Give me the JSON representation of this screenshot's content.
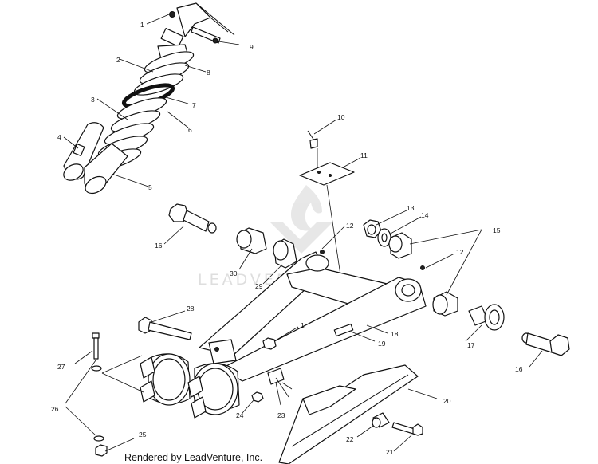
{
  "watermark": {
    "text": "LEADVENTURE"
  },
  "footer": {
    "text": "Rendered by LeadVenture, Inc."
  },
  "callouts": {
    "c1a": "1",
    "c9": "9",
    "c2": "2",
    "c8": "8",
    "c3": "3",
    "c7": "7",
    "c6": "6",
    "c4": "4",
    "c5": "5",
    "c10": "10",
    "c11": "11",
    "c13": "13",
    "c14": "14",
    "c15": "15",
    "c16a": "16",
    "c12a": "12",
    "c12b": "12",
    "c30": "30",
    "c29": "29",
    "c28": "28",
    "c1b": "1",
    "c18": "18",
    "c19": "19",
    "c17": "17",
    "c16b": "16",
    "c27": "27",
    "c20": "20",
    "c26": "26",
    "c24": "24",
    "c23": "23",
    "c25": "25",
    "c22": "22",
    "c21": "21"
  },
  "parts": [
    "rear-shock-absorber",
    "shock-spring",
    "shock-mount-bolt",
    "swing-arm",
    "pivot-bolt",
    "bushing",
    "spacer",
    "nut",
    "washer",
    "chain-slider",
    "grease-fitting",
    "cable-clip",
    "decal",
    "axle-bearing-carrier"
  ]
}
